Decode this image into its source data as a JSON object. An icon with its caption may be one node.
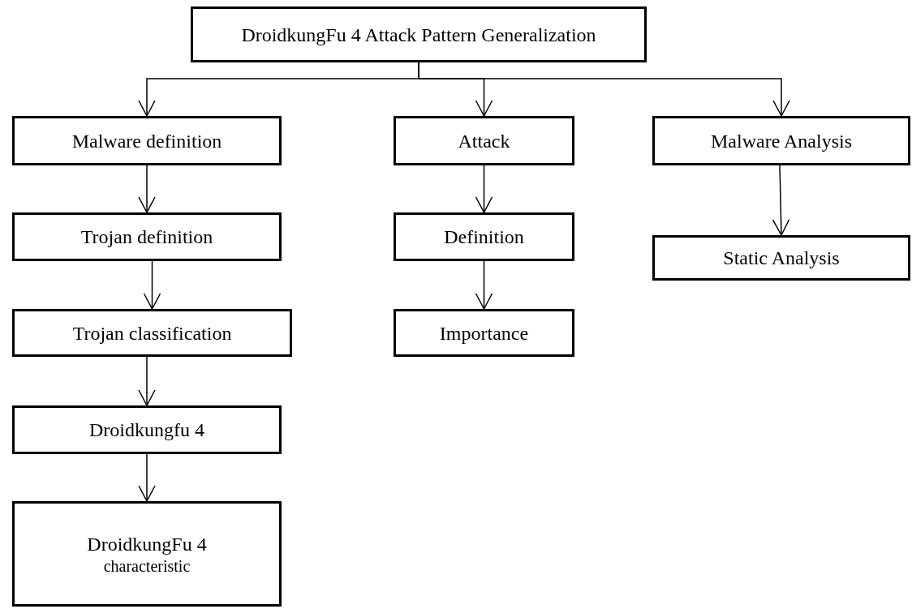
{
  "diagram": {
    "nodes": [
      {
        "text": [
          "DroidkungFu 4 Attack Pattern Generalization"
        ]
      },
      {
        "text": [
          "Malware definition"
        ]
      },
      {
        "text": [
          "Attack"
        ]
      },
      {
        "text": [
          "Malware Analysis"
        ]
      },
      {
        "text": [
          "Trojan definition"
        ]
      },
      {
        "text": [
          "Definition"
        ]
      },
      {
        "text": [
          "Static Analysis"
        ]
      },
      {
        "text": [
          "Trojan classification"
        ]
      },
      {
        "text": [
          "Importance"
        ]
      },
      {
        "text": [
          "Droidkungfu 4"
        ]
      },
      {
        "text": [
          "DroidkungFu 4",
          "characteristic"
        ]
      }
    ],
    "edges": [
      {
        "from": 0,
        "to": 1,
        "arrow": "to"
      },
      {
        "from": 0,
        "to": 2,
        "arrow": "to"
      },
      {
        "from": 0,
        "to": 3,
        "arrow": "to"
      },
      {
        "from": 1,
        "to": 4,
        "arrow": "to"
      },
      {
        "from": 4,
        "to": 7,
        "arrow": "to"
      },
      {
        "from": 7,
        "to": 9,
        "arrow": "to"
      },
      {
        "from": 9,
        "to": 10,
        "arrow": "to"
      },
      {
        "from": 2,
        "to": 5,
        "arrow": "to"
      },
      {
        "from": 5,
        "to": 8,
        "arrow": "to"
      },
      {
        "from": 3,
        "to": 6,
        "arrow": "to"
      }
    ]
  }
}
